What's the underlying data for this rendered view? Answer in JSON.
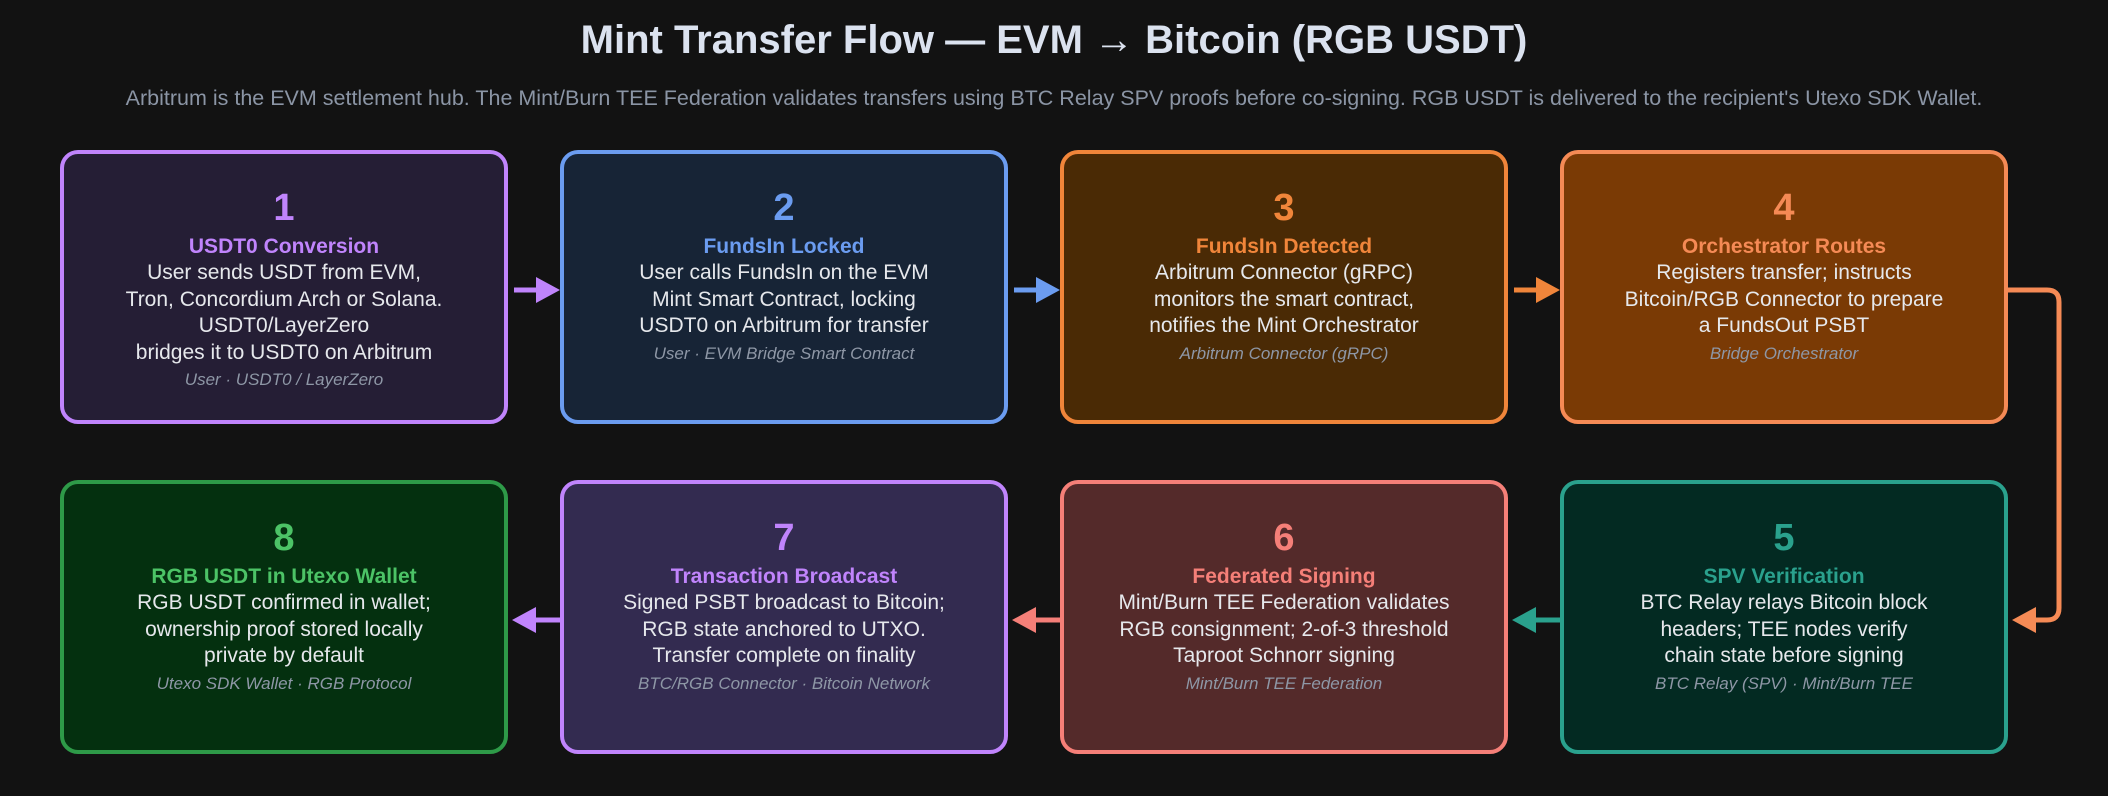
{
  "title": "Mint Transfer Flow — EVM → Bitcoin (RGB USDT)",
  "subtitle": "Arbitrum is the EVM settlement hub. The Mint/Burn TEE Federation validates transfers using BTC Relay SPV proofs before co-signing. RGB USDT is delivered to the recipient's Utexo SDK Wallet.",
  "steps": [
    {
      "number": "1",
      "name": "USDT0 Conversion",
      "description": "User sends USDT from EVM,\nTron, Concordium Arch or Solana.\nUSDT0/LayerZero\nbridges it to USDT0 on Arbitrum",
      "actors": "User · USDT0 / LayerZero",
      "colors": {
        "border": "#c084fc",
        "fill": "#251e35",
        "accent": "#c084fc"
      }
    },
    {
      "number": "2",
      "name": "FundsIn Locked",
      "description": "User calls FundsIn on the EVM\nMint Smart Contract, locking\nUSDT0 on Arbitrum for transfer",
      "actors": "User · EVM Bridge Smart Contract",
      "colors": {
        "border": "#6b9cf0",
        "fill": "#172436",
        "accent": "#6b9cf0"
      }
    },
    {
      "number": "3",
      "name": "FundsIn Detected",
      "description": "Arbitrum Connector (gRPC)\nmonitors the smart contract,\nnotifies the Mint Orchestrator",
      "actors": "Arbitrum Connector (gRPC)",
      "colors": {
        "border": "#f0853a",
        "fill": "#4a2a05",
        "accent": "#f0853a"
      }
    },
    {
      "number": "4",
      "name": "Orchestrator Routes",
      "description": "Registers transfer; instructs\nBitcoin/RGB Connector to prepare\na FundsOut PSBT",
      "actors": "Bridge Orchestrator",
      "colors": {
        "border": "#f58a55",
        "fill": "#7a3a05",
        "accent": "#f58a55"
      }
    },
    {
      "number": "5",
      "name": "SPV Verification",
      "description": "BTC Relay relays Bitcoin block\nheaders; TEE nodes verify\nchain state before signing",
      "actors": "BTC Relay (SPV) · Mint/Burn TEE",
      "colors": {
        "border": "#2aa18d",
        "fill": "#032a22",
        "accent": "#2aa18d"
      }
    },
    {
      "number": "6",
      "name": "Federated Signing",
      "description": "Mint/Burn TEE Federation validates\nRGB consignment; 2-of-3 threshold\nTaproot Schnorr signing",
      "actors": "Mint/Burn TEE Federation",
      "colors": {
        "border": "#f57f78",
        "fill": "#542a2a",
        "accent": "#f57f78"
      }
    },
    {
      "number": "7",
      "name": "Transaction Broadcast",
      "description": "Signed PSBT broadcast to Bitcoin;\nRGB state anchored to UTXO.\nTransfer complete on finality",
      "actors": "BTC/RGB Connector · Bitcoin Network",
      "colors": {
        "border": "#c084fc",
        "fill": "#332b50",
        "accent": "#c084fc"
      }
    },
    {
      "number": "8",
      "name": "RGB USDT in Utexo Wallet",
      "description": "RGB USDT confirmed in wallet;\nownership proof stored locally\nprivate by default",
      "actors": "Utexo SDK Wallet · RGB Protocol",
      "colors": {
        "border": "#2e9a48",
        "fill": "#04300f",
        "accent": "#4cc366"
      }
    }
  ]
}
